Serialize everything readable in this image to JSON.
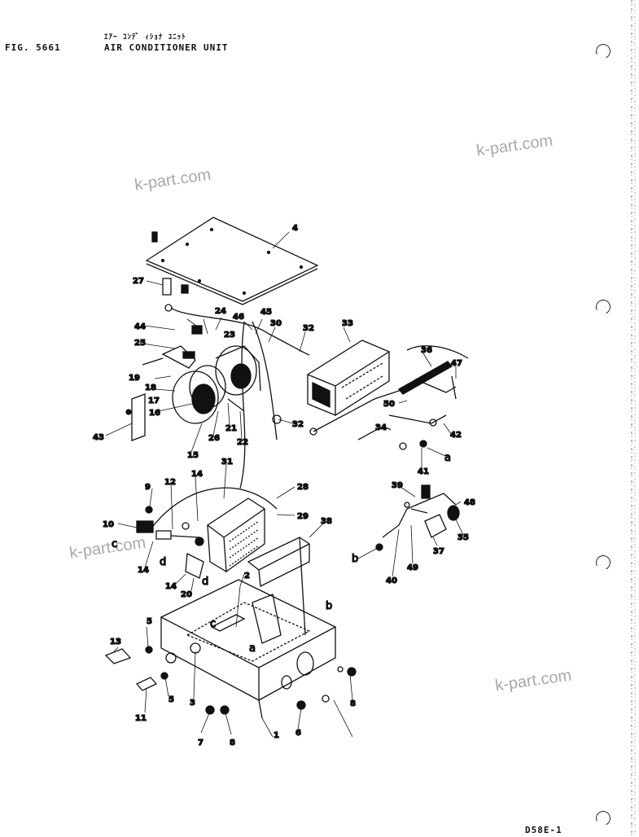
{
  "header": {
    "fig_label": "FIG. 5661",
    "title_jp": "ｴｱｰ ｺﾝﾃﾞ ｨｼｮﾅ ﾕﾆｯﾄ",
    "title_en": "AIR CONDITIONER UNIT"
  },
  "watermarks": [
    "k-part.com",
    "k-part.com",
    "k-part.com",
    "k-part.com"
  ],
  "footer": {
    "page_code": "D58E-1"
  },
  "callouts": [
    "1",
    "2",
    "3",
    "4",
    "5",
    "5",
    "6",
    "7",
    "8",
    "8",
    "9",
    "10",
    "11",
    "12",
    "13",
    "14",
    "14",
    "14",
    "15",
    "16",
    "17",
    "18",
    "19",
    "20",
    "21",
    "22",
    "23",
    "24",
    "25",
    "26",
    "27",
    "28",
    "29",
    "30",
    "31",
    "32",
    "32",
    "33",
    "34",
    "35",
    "36",
    "37",
    "38",
    "39",
    "40",
    "41",
    "42",
    "43",
    "44",
    "45",
    "46",
    "47",
    "48",
    "49",
    "50"
  ],
  "letters": [
    "a",
    "a",
    "b",
    "b",
    "c",
    "c",
    "d",
    "d"
  ]
}
